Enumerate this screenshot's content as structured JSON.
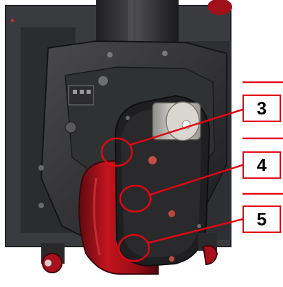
{
  "colors": {
    "highlight": "#e30613",
    "wheel_red": "#b3101c",
    "housing_dark": "#2a2a2c",
    "background": "#ffffff"
  },
  "callouts": [
    {
      "label": "3"
    },
    {
      "label": "4"
    },
    {
      "label": "5"
    }
  ]
}
